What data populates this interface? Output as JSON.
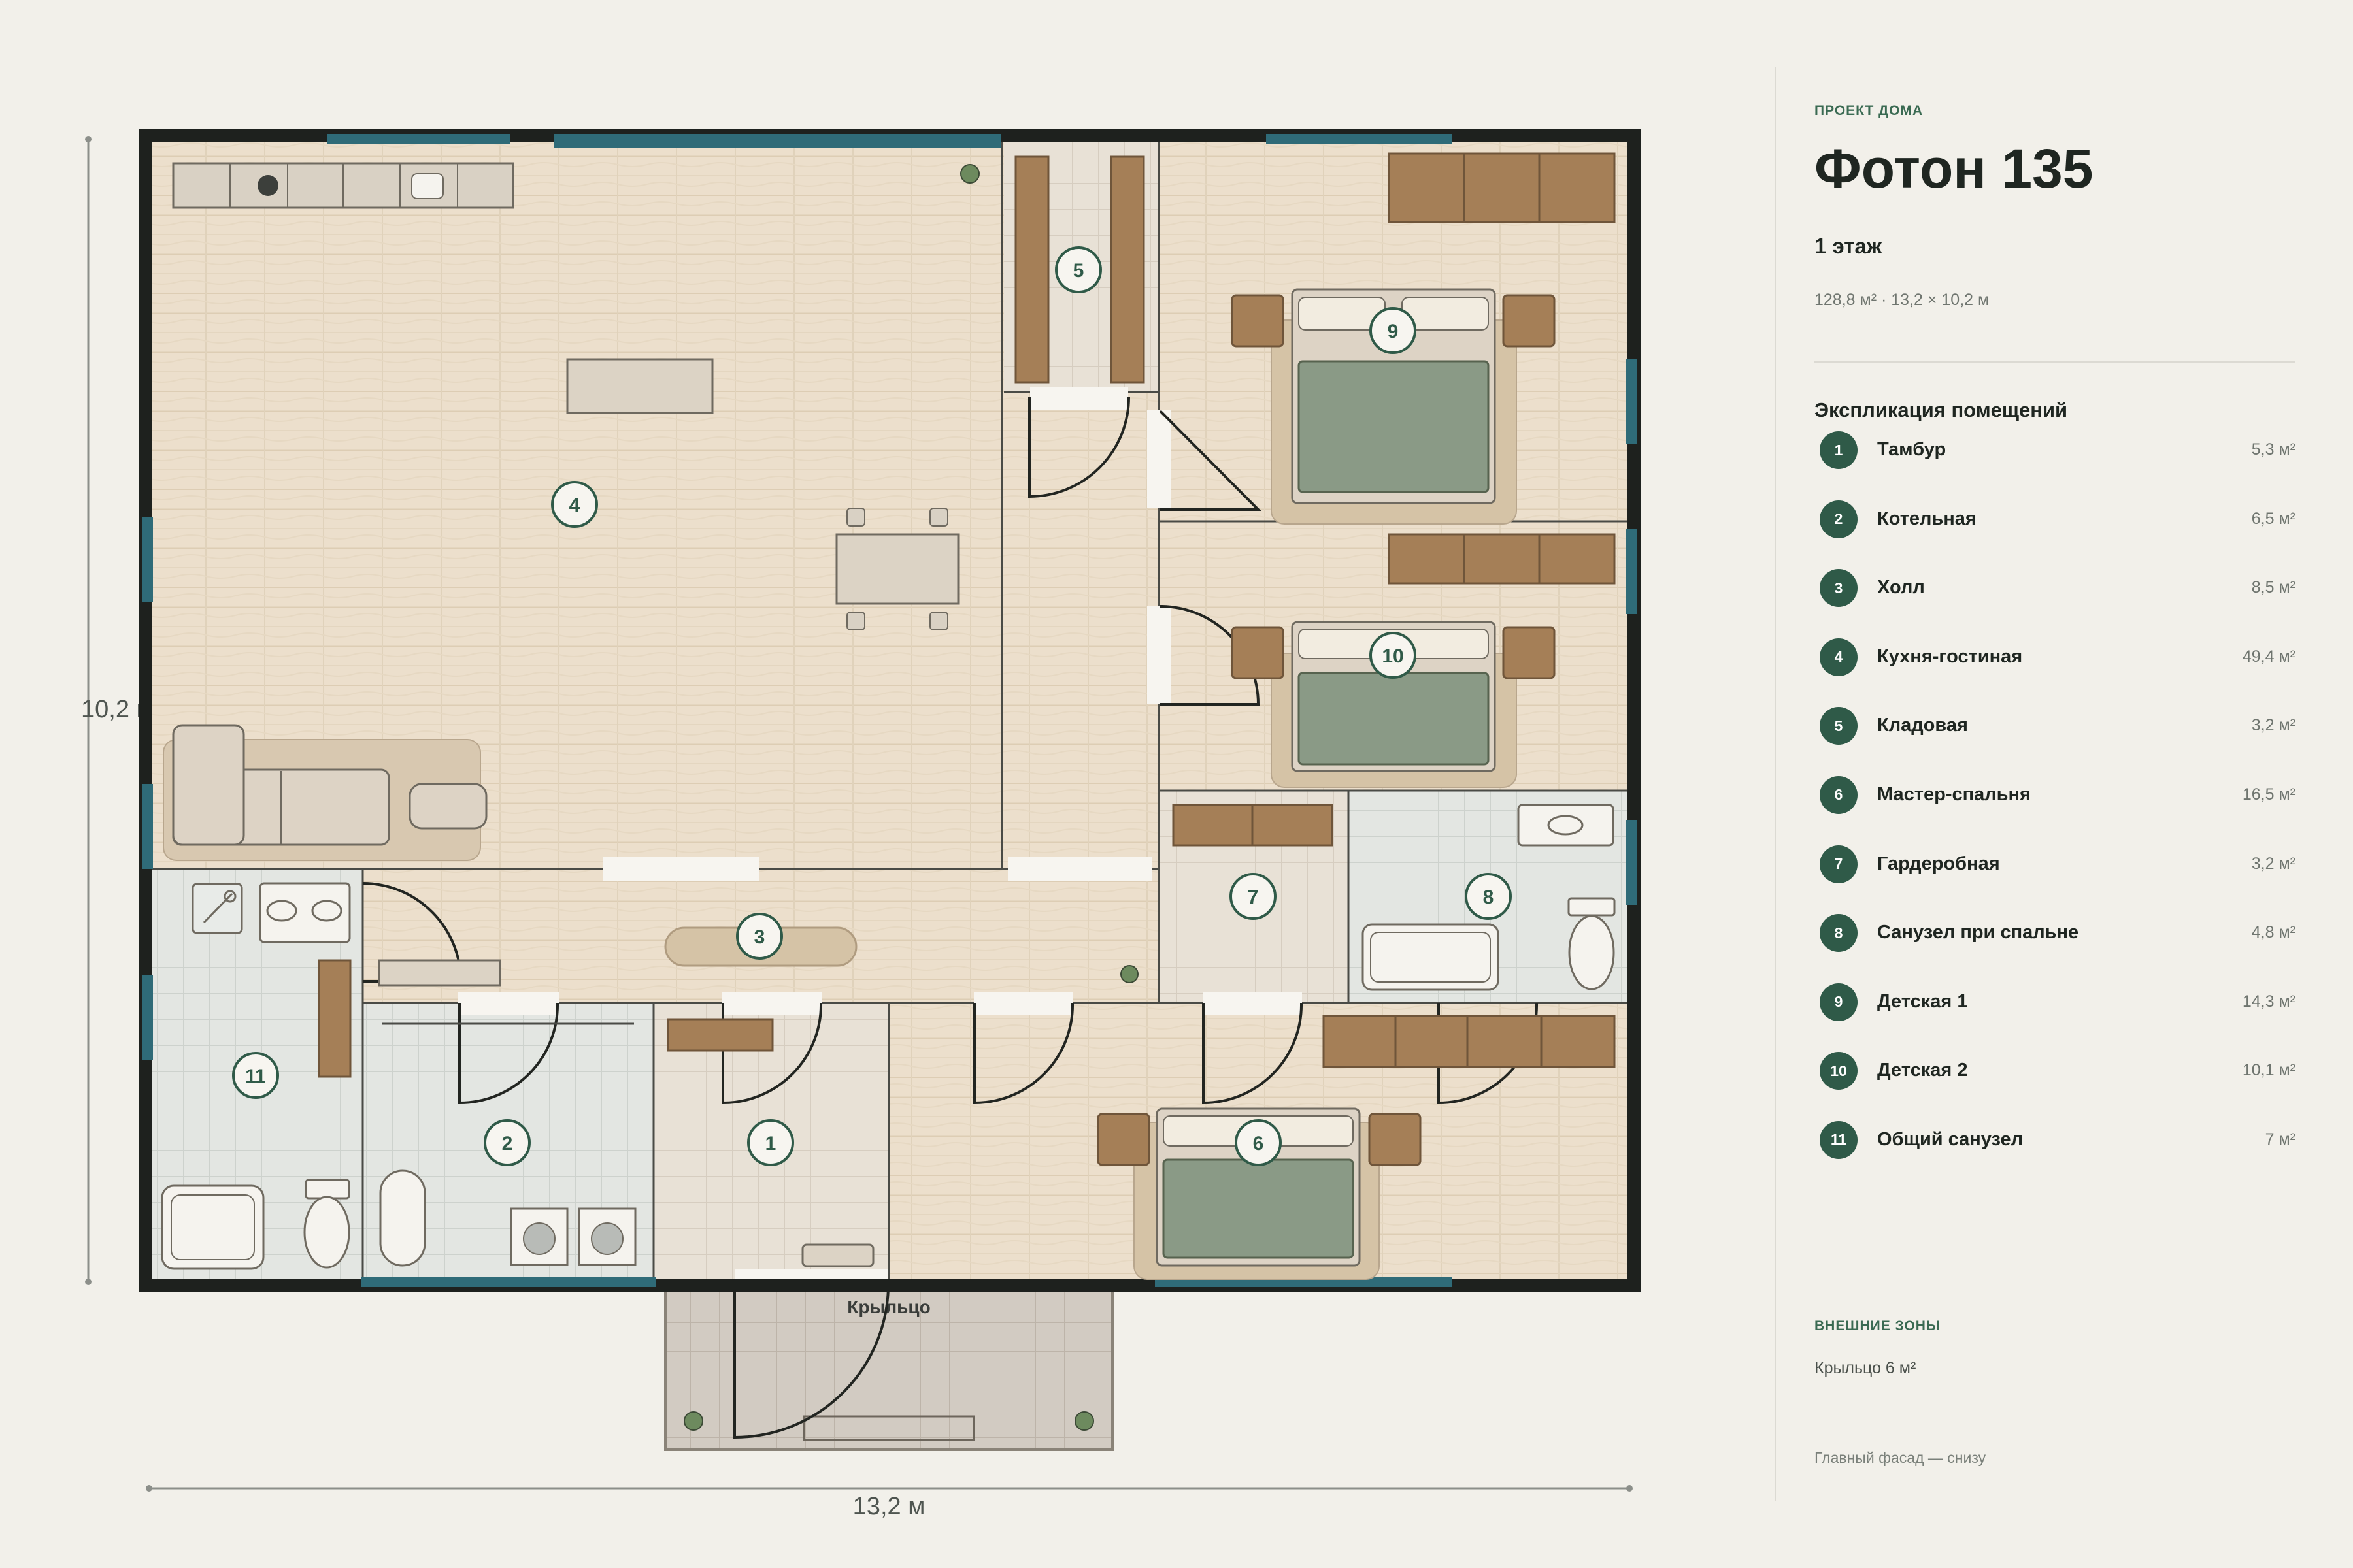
{
  "project": {
    "eyebrow": "ПРОЕКТ ДОМА",
    "name": "Фотон 135",
    "floor": "1 этаж",
    "meta": "128,8 м² · 13,2 × 10,2 м"
  },
  "dimensions": {
    "width_label": "13,2 м",
    "height_label": "10,2 м"
  },
  "legend": {
    "title": "Экспликация помещений",
    "rooms": [
      {
        "num": "1",
        "name": "Тамбур",
        "area": "5,3 м²"
      },
      {
        "num": "2",
        "name": "Котельная",
        "area": "6,5 м²"
      },
      {
        "num": "3",
        "name": "Холл",
        "area": "8,5 м²"
      },
      {
        "num": "4",
        "name": "Кухня-гостиная",
        "area": "49,4 м²"
      },
      {
        "num": "5",
        "name": "Кладовая",
        "area": "3,2 м²"
      },
      {
        "num": "6",
        "name": "Мастер-спальня",
        "area": "16,5 м²"
      },
      {
        "num": "7",
        "name": "Гардеробная",
        "area": "3,2 м²"
      },
      {
        "num": "8",
        "name": "Санузел при спальне",
        "area": "4,8 м²"
      },
      {
        "num": "9",
        "name": "Детская 1",
        "area": "14,3 м²"
      },
      {
        "num": "10",
        "name": "Детская 2",
        "area": "10,1 м²"
      },
      {
        "num": "11",
        "name": "Общий санузел",
        "area": "7 м²"
      }
    ]
  },
  "external": {
    "title": "ВНЕШНИЕ ЗОНЫ",
    "text": "Крыльцо 6 м²",
    "porch_label": "Крыльцо"
  },
  "footnote": "Главный фасад — снизу",
  "colors": {
    "wall": "#1e211e",
    "window": "#2f6b78",
    "floor_wood": "#ecdfcc",
    "floor_tile": "#e2e6e2",
    "marker": "#2f5a48",
    "furniture_wood": "#a57f57",
    "bed_sheet": "#8a9a86"
  }
}
